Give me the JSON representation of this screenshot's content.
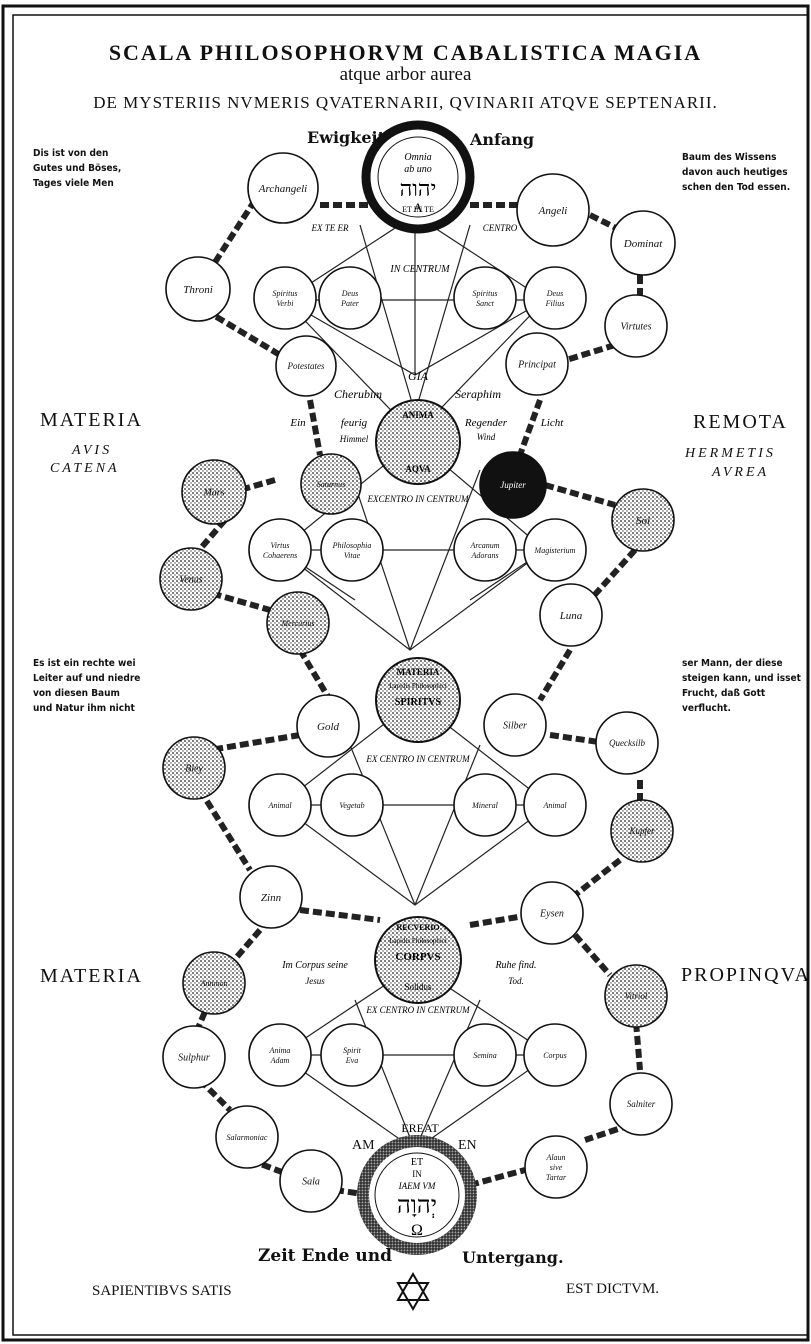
{
  "header": {
    "title": "SCALA PHILOSOPHORVM CABALISTICA MAGIA",
    "subtitle": "atque arbor aurea",
    "subtitle2": "DE MYSTERIIS NVMERIS QVATERNARII, QVINARII ATQVE SEPTENARII."
  },
  "top_labels": {
    "left": "Ewigkeit",
    "right": "Anfang"
  },
  "side_texts": {
    "left_top": "Dis ist von den\nGutes und Böses,\nTages viele Men",
    "right_top": "Baum des Wissens\ndavon auch heutiges\nschen den Tod essen.",
    "left_mid": "Es ist ein rechte wei\nLeiter auf und niedre\nvon diesen Baum\nund Natur ihm nicht",
    "right_mid": "ser Mann, der diese\nsteigen kann, und isset\nFrucht, daß Gott\nverflucht."
  },
  "margin_labels": {
    "materia_1": "MATERIA",
    "avis": "AVIS",
    "catena": "CATENA",
    "remota": "REMOTA",
    "hermetis": "HERMETIS",
    "aurea": "AVREA",
    "materia_2": "MATERIA",
    "propinqua": "PROPINQVA"
  },
  "footer": {
    "left": "SAPIENTIBVS SATIS",
    "right": "EST DICTVM.",
    "bottom_left": "Zeit Ende und",
    "bottom_right": "Untergang.",
    "am": "AM",
    "en": "EN"
  },
  "centers": {
    "top_upper": "Omnia",
    "top_mid": "ab uno",
    "top_hebrew": "יהוה",
    "top_ring": "ET IN TE",
    "top_letter": "A",
    "bottom_top": "ET",
    "bottom_ring": "IN",
    "bottom_sub": "ΙΑΕΜ VM",
    "bottom_hebrew": "יְהוָה",
    "bottom_glyph": "Ω",
    "mid1_top": "ANIMA",
    "mid1_lower": "AQVA",
    "mid2_top": "MATERIA",
    "mid2_sub": "Lapidis Philosophici",
    "mid2_spirit": "SPIRITVS",
    "mid3_top": "RECVERIO",
    "mid3_sub": "Lapidis Philosophici",
    "mid3_corp": "CORPVS",
    "mid3_lower": "Solidus"
  },
  "node_labels": {
    "archangeli": "Archangeli",
    "angeli": "Angeli",
    "throni": "Throni",
    "dominat": "Dominat",
    "virtutes": "Virtutes",
    "potestates": "Potestates",
    "principat": "Principat",
    "saturnus": "Saturnus",
    "jupiter": "Jupiter",
    "mars": "Mars",
    "sol": "Sol",
    "venus": "Venus",
    "mercurius": "Mercurius",
    "luna": "Luna",
    "gold": "Gold",
    "silber": "Silber",
    "bley": "Bley",
    "quecksilb": "Quecksilb",
    "kupfer": "Kupfer",
    "zinn": "Zinn",
    "eysen": "Eysen",
    "antimon": "Antimon",
    "vitriol": "Vitriol",
    "sulphur": "Sulphur",
    "salniter": "Salniter",
    "salarmo": "Salarmoniac",
    "alaun": "Alaun",
    "sive": "sive",
    "tartar": "Tartar",
    "sala": "Sala",
    "spiritus_verb": "Spiritus",
    "verbi": "Verbi",
    "deus_pater": "Deus",
    "pater": "Pater",
    "spiritus_sanc": "Spiritus",
    "sanct": "Sanct",
    "deus_filius": "Deus",
    "filius": "Filius",
    "virtus": "Virtus",
    "cohaerens": "Cohaerens",
    "philosophia": "Philosophia",
    "vitae": "Vitae",
    "adorans": "Adorans",
    "arcanum": "Arcanum",
    "magisterium": "Magisterium",
    "animal_L": "Animal",
    "vegetab": "Vegetab",
    "mineral": "Mineral",
    "animal2": "Animal",
    "anima": "Anima",
    "adam": "Adam",
    "spirit": "Spirit",
    "eva": "Eva",
    "semina": "Semina",
    "corpora": "Corpus",
    "ruhe": "Ruhe",
    "in_centrum": "IN CENTRUM",
    "ex_centrum": "EX CENTRO IN CENTRUM",
    "ex_centrum2": "EX CENTRO IN CENTRUM",
    "ex_centrum3": "EX CENTRO IN CENTRUM",
    "ex_t": "EX TE ER",
    "centro": "CENTRO",
    "ex_centrum_top": "EXCENTRO IN CENTRUM",
    "cherubim": "Cherubim",
    "seraphim": "Seraphim",
    "gia": "GIA",
    "ein": "Ein",
    "feurig": "feurig",
    "himmel": "Himmel",
    "reg": "Regender",
    "wind": "Wind",
    "licht": "Licht",
    "corpus_text": "Im Corpus seine",
    "jesus": "Jesus",
    "ruhe_f": "Ruhe find.",
    "tod": "Tod.",
    "ereat": "EREAT"
  }
}
